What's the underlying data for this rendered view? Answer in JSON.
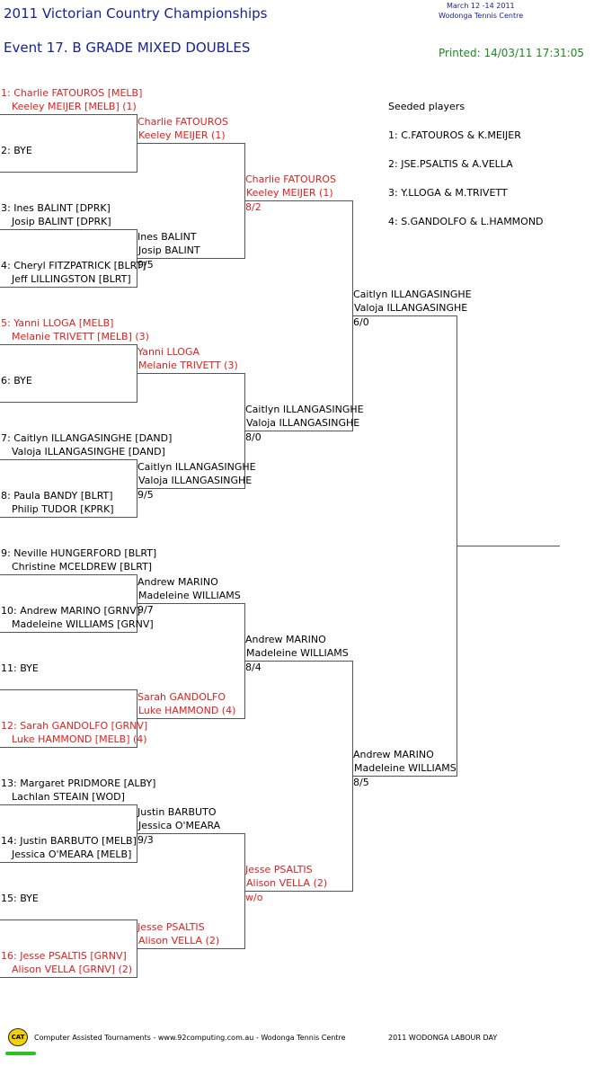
{
  "header": {
    "title": "2011 Victorian Country Championships",
    "dates": "March 12 -14 2011",
    "venue": "Wodonga Tennis Centre",
    "event": "Event 17. B GRADE MIXED DOUBLES",
    "printed": "Printed: 14/03/11 17:31:05"
  },
  "seeded": {
    "title": "Seeded players",
    "items": [
      "1: C.FATOUROS & K.MEIJER",
      "2: JSE.PSALTIS & A.VELLA",
      "3: Y.LLOGA & M.TRIVETT",
      "4: S.GANDOLFO & L.HAMMOND"
    ]
  },
  "round1": [
    {
      "line1": "1: Charlie FATOUROS [MELB]",
      "line2": "Keeley MEIJER [MELB] (1)",
      "seeded": true
    },
    {
      "line1": "2: BYE",
      "line2": "",
      "seeded": false
    },
    {
      "line1": "3: Ines BALINT [DPRK]",
      "line2": "Josip BALINT [DPRK]",
      "seeded": false
    },
    {
      "line1": "4: Cheryl FITZPATRICK [BLRT]",
      "line2": "Jeff LILLINGSTON [BLRT]",
      "seeded": false
    },
    {
      "line1": "5: Yanni LLOGA [MELB]",
      "line2": "Melanie TRIVETT [MELB] (3)",
      "seeded": true
    },
    {
      "line1": "6: BYE",
      "line2": "",
      "seeded": false
    },
    {
      "line1": "7: Caitlyn ILLANGASINGHE [DAND]",
      "line2": "Valoja ILLANGASINGHE [DAND]",
      "seeded": false
    },
    {
      "line1": "8: Paula BANDY [BLRT]",
      "line2": "Philip TUDOR [KPRK]",
      "seeded": false
    },
    {
      "line1": "9: Neville HUNGERFORD [BLRT]",
      "line2": "Christine MCELDREW [BLRT]",
      "seeded": false
    },
    {
      "line1": "10: Andrew MARINO [GRNV]",
      "line2": "Madeleine WILLIAMS [GRNV]",
      "seeded": false
    },
    {
      "line1": "11: BYE",
      "line2": "",
      "seeded": false
    },
    {
      "line1": "12: Sarah GANDOLFO [GRNV]",
      "line2": "Luke HAMMOND [MELB] (4)",
      "seeded": true
    },
    {
      "line1": "13: Margaret PRIDMORE [ALBY]",
      "line2": "Lachlan STEAIN [WOD]",
      "seeded": false
    },
    {
      "line1": "14: Justin BARBUTO [MELB]",
      "line2": "Jessica O'MEARA [MELB]",
      "seeded": false
    },
    {
      "line1": "15: BYE",
      "line2": "",
      "seeded": false
    },
    {
      "line1": "16: Jesse PSALTIS [GRNV]",
      "line2": "Alison VELLA [GRNV] (2)",
      "seeded": true
    }
  ],
  "round2": [
    {
      "line1": "Charlie FATOUROS",
      "line2": "Keeley MEIJER (1)",
      "score": "",
      "seeded": true
    },
    {
      "line1": "Ines BALINT",
      "line2": "Josip BALINT",
      "score": "9/5",
      "seeded": false
    },
    {
      "line1": "Yanni LLOGA",
      "line2": "Melanie TRIVETT (3)",
      "score": "",
      "seeded": true
    },
    {
      "line1": "Caitlyn ILLANGASINGHE",
      "line2": "Valoja ILLANGASINGHE",
      "score": "9/5",
      "seeded": false
    },
    {
      "line1": "Andrew MARINO",
      "line2": "Madeleine WILLIAMS",
      "score": "9/7",
      "seeded": false
    },
    {
      "line1": "Sarah GANDOLFO",
      "line2": "Luke HAMMOND (4)",
      "score": "",
      "seeded": true
    },
    {
      "line1": "Justin BARBUTO",
      "line2": "Jessica O'MEARA",
      "score": "9/3",
      "seeded": false
    },
    {
      "line1": "Jesse PSALTIS",
      "line2": "Alison VELLA (2)",
      "score": "",
      "seeded": true
    }
  ],
  "round3": [
    {
      "line1": "Charlie FATOUROS",
      "line2": "Keeley MEIJER (1)",
      "score": "8/2",
      "seeded": true
    },
    {
      "line1": "Caitlyn ILLANGASINGHE",
      "line2": "Valoja ILLANGASINGHE",
      "score": "8/0",
      "seeded": false
    },
    {
      "line1": "Andrew MARINO",
      "line2": "Madeleine WILLIAMS",
      "score": "8/4",
      "seeded": false
    },
    {
      "line1": "Jesse PSALTIS",
      "line2": "Alison VELLA (2)",
      "score": "w/o",
      "seeded": true
    }
  ],
  "round4": [
    {
      "line1": "Caitlyn ILLANGASINGHE",
      "line2": "Valoja ILLANGASINGHE",
      "score": "6/0",
      "seeded": false
    },
    {
      "line1": "Andrew MARINO",
      "line2": "Madeleine WILLIAMS",
      "score": "8/5",
      "seeded": false
    }
  ],
  "footer": {
    "logo": "CAT",
    "left": "Computer Assisted Tournaments - www.92computing.com.au  -  Wodonga Tennis Centre",
    "right": "2011 WODONGA LABOUR DAY"
  },
  "colors": {
    "seed": "#e0201e",
    "title": "#16219c",
    "printed": "#1c8a1c"
  }
}
